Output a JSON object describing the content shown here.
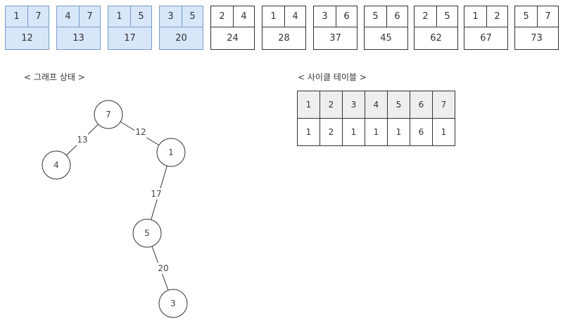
{
  "edges": [
    {
      "u": "1",
      "v": "7",
      "w": "12",
      "highlighted": true
    },
    {
      "u": "4",
      "v": "7",
      "w": "13",
      "highlighted": true
    },
    {
      "u": "1",
      "v": "5",
      "w": "17",
      "highlighted": true
    },
    {
      "u": "3",
      "v": "5",
      "w": "20",
      "highlighted": true
    },
    {
      "u": "2",
      "v": "4",
      "w": "24",
      "highlighted": false
    },
    {
      "u": "1",
      "v": "4",
      "w": "28",
      "highlighted": false
    },
    {
      "u": "3",
      "v": "6",
      "w": "37",
      "highlighted": false
    },
    {
      "u": "5",
      "v": "6",
      "w": "45",
      "highlighted": false
    },
    {
      "u": "2",
      "v": "5",
      "w": "62",
      "highlighted": false
    },
    {
      "u": "1",
      "v": "2",
      "w": "67",
      "highlighted": false
    },
    {
      "u": "5",
      "v": "7",
      "w": "73",
      "highlighted": false
    }
  ],
  "graph": {
    "title": "< 그래프 상태 >",
    "nodes": [
      {
        "id": "7",
        "label": "7"
      },
      {
        "id": "4",
        "label": "4"
      },
      {
        "id": "1",
        "label": "1"
      },
      {
        "id": "5",
        "label": "5"
      },
      {
        "id": "3",
        "label": "3"
      }
    ],
    "links": [
      {
        "from": "7",
        "to": "4",
        "label": "13"
      },
      {
        "from": "7",
        "to": "1",
        "label": "12"
      },
      {
        "from": "1",
        "to": "5",
        "label": "17"
      },
      {
        "from": "5",
        "to": "3",
        "label": "20"
      }
    ]
  },
  "cycle_table": {
    "title": "< 사이클 테이블 >",
    "header": [
      "1",
      "2",
      "3",
      "4",
      "5",
      "6",
      "7"
    ],
    "values": [
      "1",
      "2",
      "1",
      "1",
      "1",
      "6",
      "1"
    ]
  },
  "colors": {
    "highlight_fill": "#d8e6fa",
    "highlight_border": "#7a9cc9",
    "table_header": "#eeeeee"
  }
}
